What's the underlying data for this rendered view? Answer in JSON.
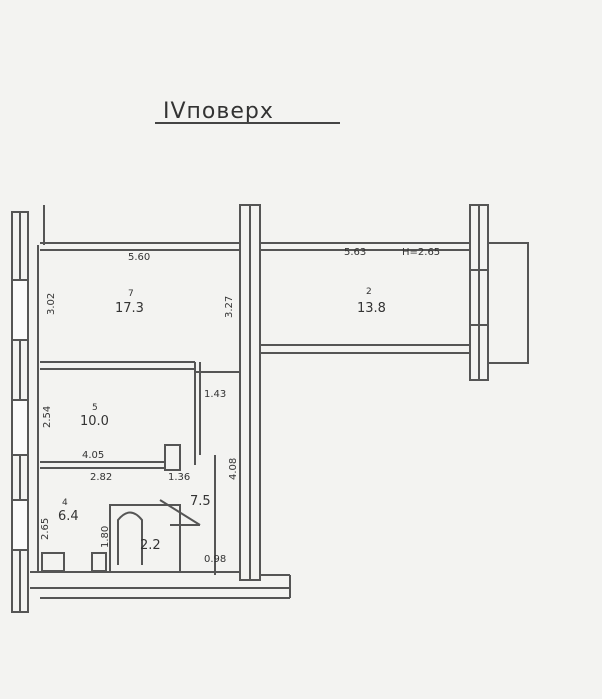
{
  "plan": {
    "title": "IVповерх",
    "left_unit": {
      "room_top": {
        "width": "5.60",
        "depth": "3.02",
        "depth_right": "3.27",
        "area": "17.3",
        "number": "7"
      },
      "room_mid": {
        "depth": "2.54",
        "width": "4.05",
        "area": "10.0",
        "number": "5"
      },
      "corridor": {
        "width": "1.43",
        "length": "4.08",
        "area": "7.5"
      },
      "kitchen": {
        "width": "2.82",
        "depth": "2.65",
        "area": "6.4",
        "number": "4"
      },
      "bath_dims": [
        "1.36",
        "1.80"
      ],
      "bath_area": "2.2",
      "small_dim": "0.98"
    },
    "right_unit": {
      "room_top": {
        "width": "5.63",
        "height_label": "H=2.65",
        "area": "13.8",
        "number": "2"
      }
    }
  }
}
